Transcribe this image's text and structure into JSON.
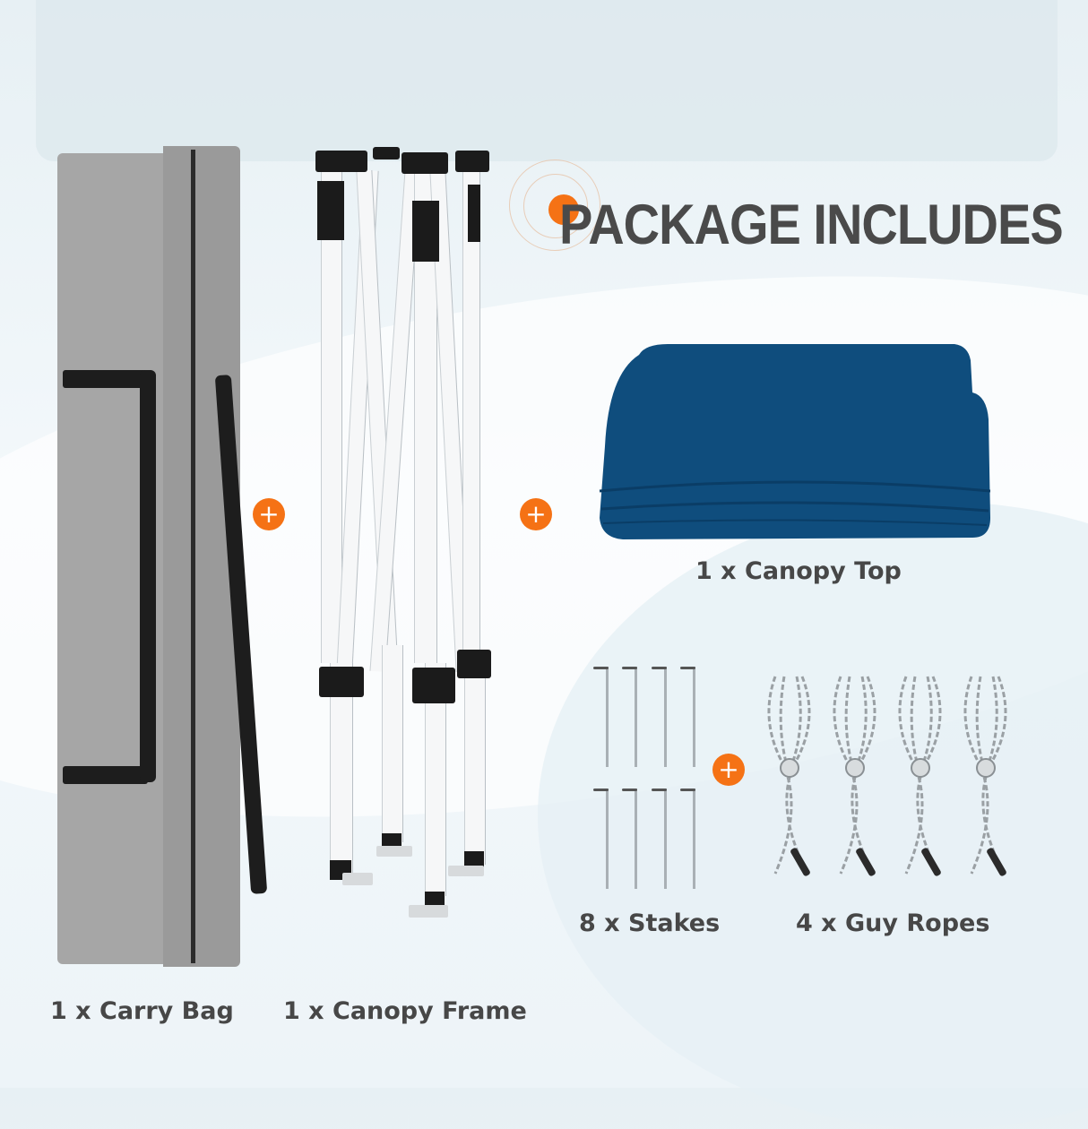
{
  "title": "PACKAGE INCLUDES",
  "colors": {
    "accent_orange": "#f57215",
    "title_gray": "#4a4a4a",
    "label_gray": "#474747",
    "canopy_blue": "#0d4a7a",
    "bag_gray": "#a6a6a6",
    "background": "#eef5f9"
  },
  "items": [
    {
      "id": "carry-bag",
      "label": "1 x Carry Bag",
      "icon": "carry-bag-image"
    },
    {
      "id": "canopy-frame",
      "label": "1 x Canopy Frame",
      "icon": "canopy-frame-image"
    },
    {
      "id": "canopy-top",
      "label": "1 x Canopy Top",
      "icon": "canopy-top-image"
    },
    {
      "id": "stakes",
      "label": "8 x Stakes",
      "icon": "stakes-image",
      "count": 8
    },
    {
      "id": "guy-ropes",
      "label": "4 x Guy Ropes",
      "icon": "guy-ropes-image",
      "count": 4
    }
  ],
  "plus_symbol": "+"
}
